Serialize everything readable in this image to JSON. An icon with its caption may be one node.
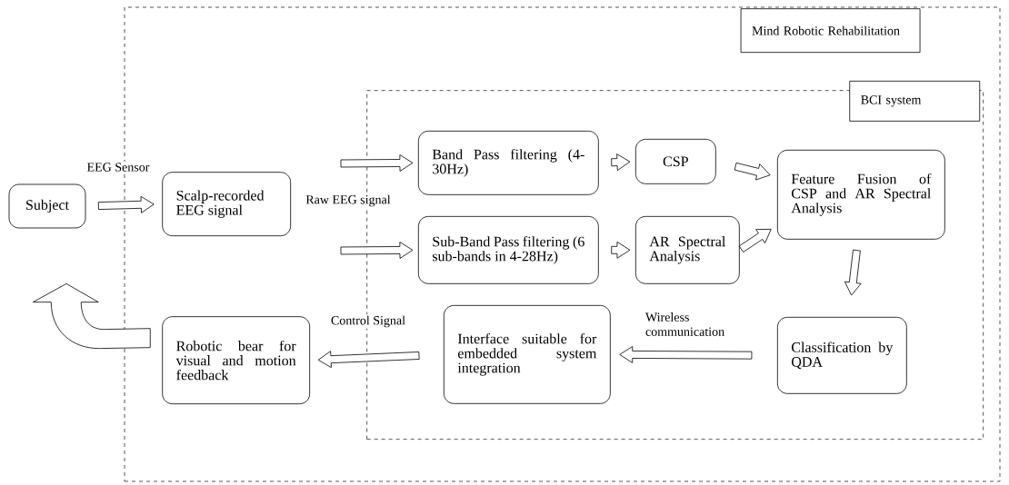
{
  "diagram": {
    "nodes": [
      {
        "text": [
          "Mind Robotic Rehabilitation"
        ]
      },
      {
        "text": [
          "BCI system"
        ],
        "in": 0
      },
      {
        "text": [
          "Subject"
        ]
      },
      {
        "text": [
          "Scalp-recorded EEG signal"
        ],
        "in": 0
      },
      {
        "text": [
          "Band Pass filtering (4-30Hz)"
        ],
        "in": 1
      },
      {
        "text": [
          "Sub-Band Pass filtering (6 sub-bands in 4-28Hz)"
        ],
        "in": 1
      },
      {
        "text": [
          "CSP"
        ],
        "in": 1
      },
      {
        "text": [
          "AR Spectral Analysis"
        ],
        "in": 1
      },
      {
        "text": [
          "Feature Fusion of CSP and AR Spectral Analysis"
        ],
        "in": 1
      },
      {
        "text": [
          "Classification by QDA"
        ],
        "in": 1
      },
      {
        "text": [
          "Interface suitable for embedded system integration"
        ],
        "in": 1
      },
      {
        "text": [
          "Robotic bear for visual and motion feedback"
        ],
        "in": 0
      }
    ],
    "edges": [
      {
        "from": 2,
        "to": 3,
        "arrow": "to",
        "label": "EEG Sensor"
      },
      {
        "from": null,
        "to": 4,
        "arrow": "to"
      },
      {
        "from": null,
        "to": 5,
        "arrow": "to"
      },
      {
        "from": 4,
        "to": 6,
        "arrow": "to"
      },
      {
        "from": 5,
        "to": 7,
        "arrow": "to"
      },
      {
        "from": 6,
        "to": 8,
        "arrow": "to"
      },
      {
        "from": 7,
        "to": 8,
        "arrow": "to"
      },
      {
        "from": 8,
        "to": 9,
        "arrow": "to"
      },
      {
        "from": 9,
        "to": 10,
        "arrow": "to",
        "label": "Wireless communication"
      },
      {
        "from": 10,
        "to": 11,
        "arrow": "to",
        "label": "Control Signal"
      },
      {
        "from": 11,
        "to": 2,
        "arrow": "to"
      }
    ],
    "labels": [
      "Raw EEG signal"
    ]
  }
}
